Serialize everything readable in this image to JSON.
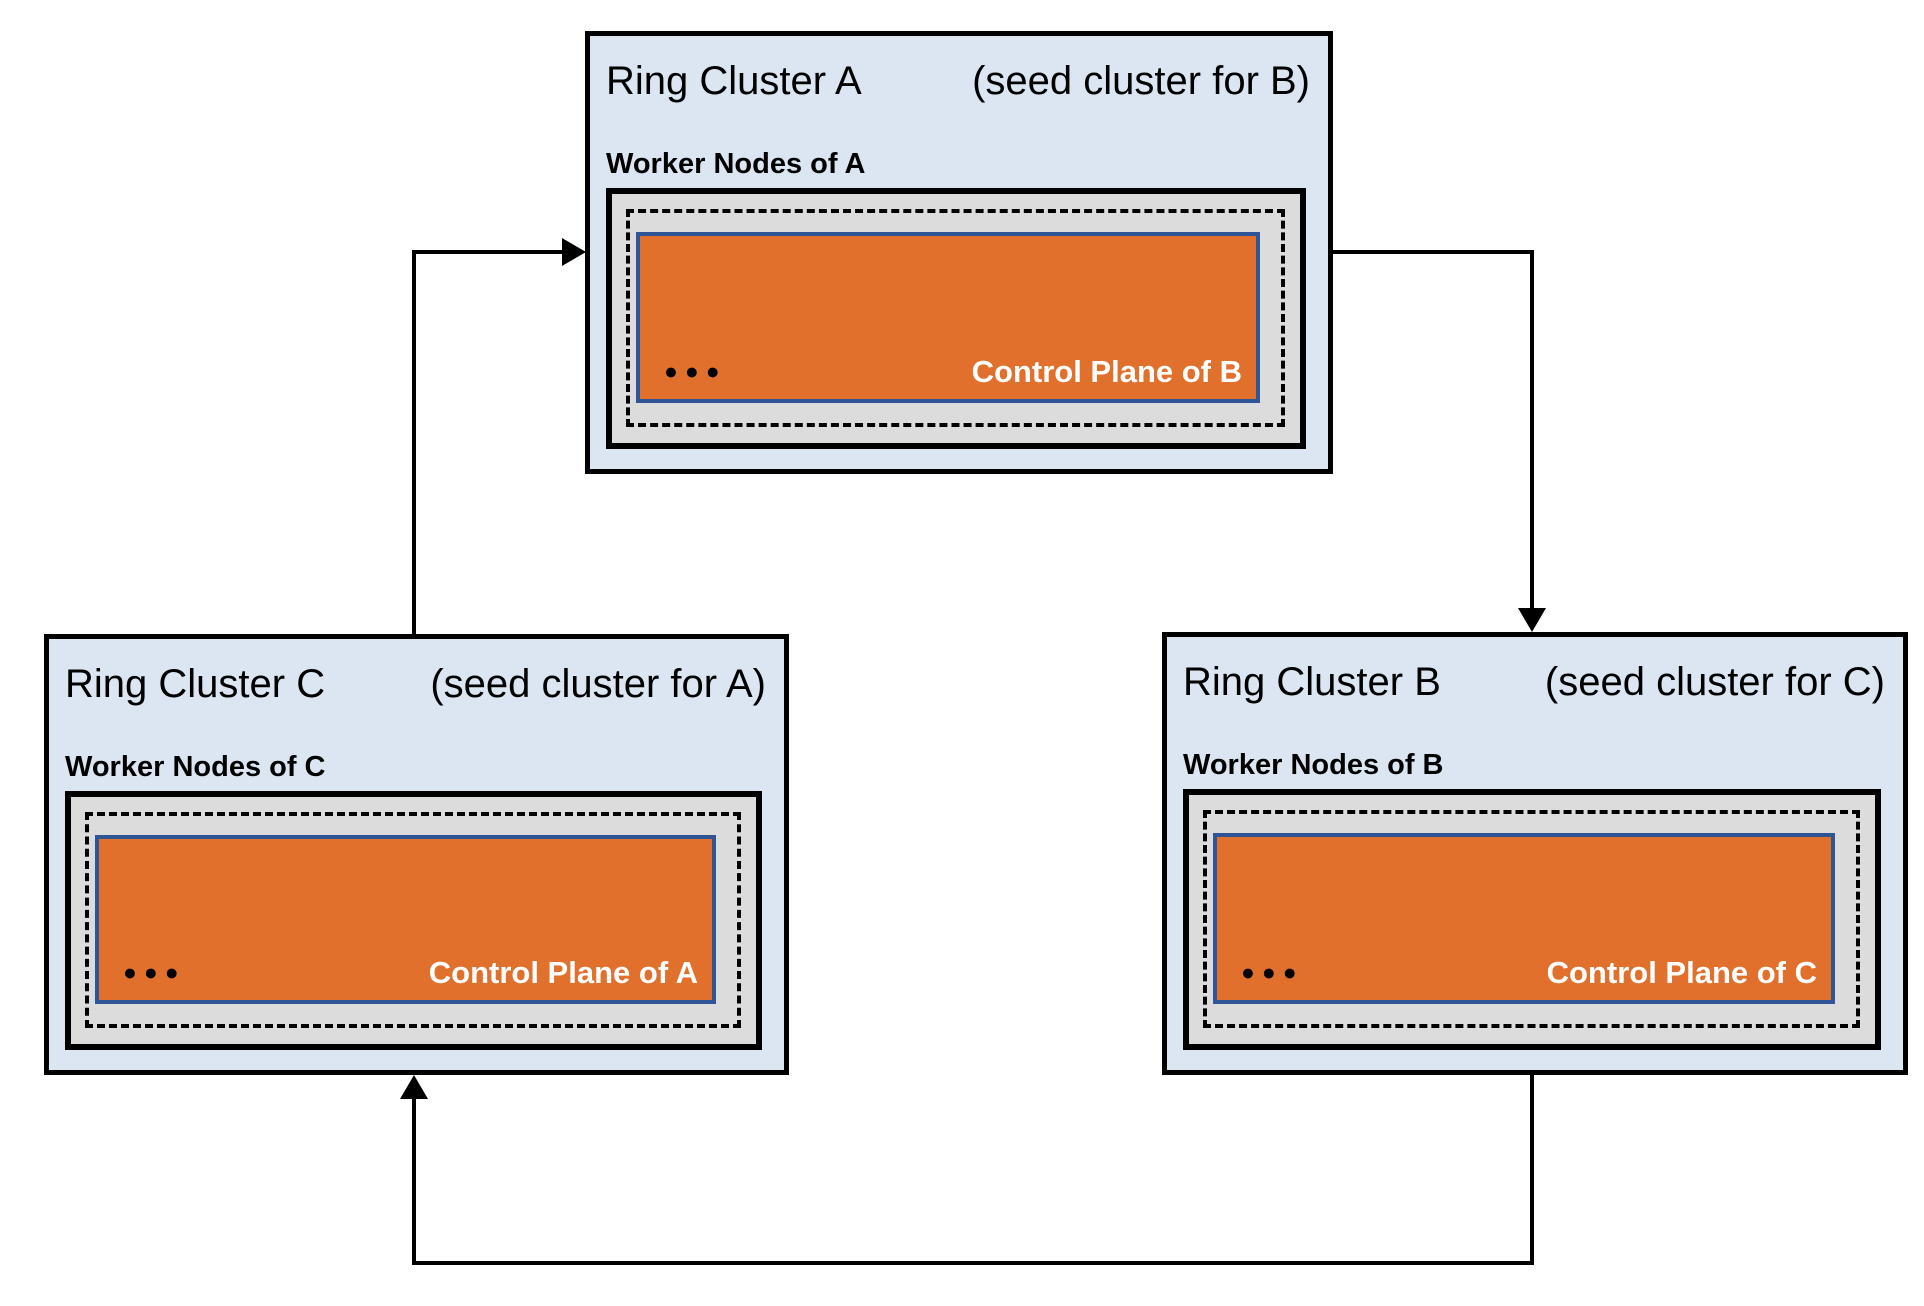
{
  "diagram": {
    "colors": {
      "cluster_fill": "#dbe6f2",
      "cluster_border": "#000000",
      "worker_box_fill": "#dcdcdc",
      "worker_box_border": "#000000",
      "control_plane_fill": "#e0702c",
      "control_plane_border": "#2f5597",
      "control_plane_text": "#ffffff",
      "connector": "#000000"
    },
    "clusters": [
      {
        "name": "Ring Cluster A",
        "seed_note": "(seed cluster for B)",
        "worker_label": "Worker Nodes of A",
        "control_label": "Control Plane of B",
        "dots": "●●●"
      },
      {
        "name": "Ring Cluster B",
        "seed_note": "(seed cluster for C)",
        "worker_label": "Worker Nodes of B",
        "control_label": "Control Plane of C",
        "dots": "●●●"
      },
      {
        "name": "Ring Cluster C",
        "seed_note": "(seed cluster for A)",
        "worker_label": "Worker Nodes of C",
        "control_label": "Control Plane of A",
        "dots": "●●●"
      }
    ],
    "edges": [
      {
        "from": "Ring Cluster C",
        "to": "Ring Cluster A"
      },
      {
        "from": "Ring Cluster A",
        "to": "Ring Cluster B"
      },
      {
        "from": "Ring Cluster B",
        "to": "Ring Cluster C"
      }
    ]
  }
}
